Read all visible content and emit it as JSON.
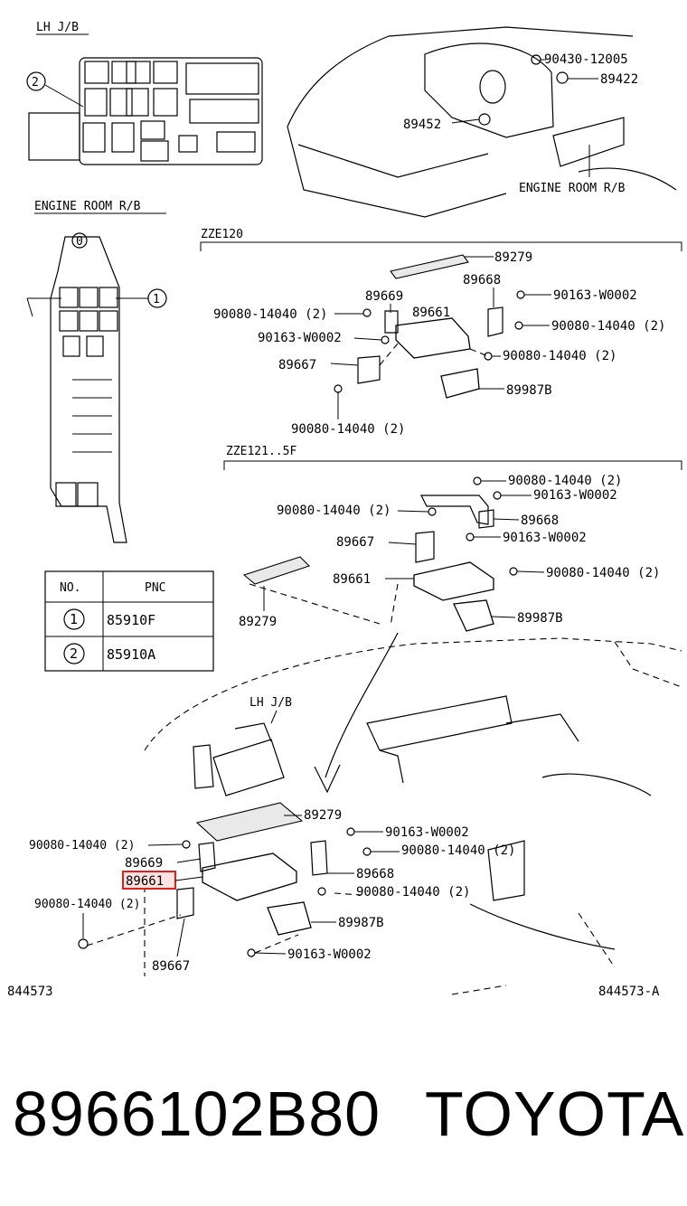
{
  "headers": {
    "lh_jb": "LH J/B",
    "engine_room_rb": "ENGINE ROOM R/B",
    "zze120": "ZZE120",
    "zze121": "ZZE121..5F",
    "lh_jb_lower": "LH J/B",
    "engine_room_rb_top": "ENGINE ROOM R/B"
  },
  "callouts": {
    "c1": "1",
    "c2": "2",
    "c0": "0"
  },
  "table": {
    "col_no": "NO.",
    "col_pnc": "PNC",
    "rows": [
      {
        "no": "1",
        "pnc": "85910F"
      },
      {
        "no": "2",
        "pnc": "85910A"
      }
    ]
  },
  "labels": {
    "top_90430": "90430-12005",
    "top_89422": "89422",
    "top_89452": "89452",
    "z1_89279": "89279",
    "z1_89668": "89668",
    "z1_89669": "89669",
    "z1_90163_a": "90163-W0002",
    "z1_90080_left": "90080-14040 (2)",
    "z1_89661": "89661",
    "z1_90080_right": "90080-14040 (2)",
    "z1_90163_b": "90163-W0002",
    "z1_90080_mid": "90080-14040 (2)",
    "z1_89667": "89667",
    "z1_89987b": "89987B",
    "z1_90080_bottom": "90080-14040 (2)",
    "z2_90080_top": "90080-14040 (2)",
    "z2_90163_top": "90163-W0002",
    "z2_90080_left": "90080-14040 (2)",
    "z2_89668": "89668",
    "z2_89667": "89667",
    "z2_90163_mid": "90163-W0002",
    "z2_89661": "89661",
    "z2_90080_right": "90080-14040 (2)",
    "z2_89279": "89279",
    "z2_89987b": "89987B",
    "b_89279": "89279",
    "b_90163_a": "90163-W0002",
    "b_90080_left": "90080-14040 (2)",
    "b_90080_right": "90080-14040 (2)",
    "b_89669": "89669",
    "b_89668": "89668",
    "b_89661": "89661",
    "b_90080_low_right": "90080-14040 (2)",
    "b_90080_low_left": "90080-14040 (2)",
    "b_89987b": "89987B",
    "b_90163_b": "90163-W0002",
    "b_89667": "89667"
  },
  "codes": {
    "left": "844573",
    "right": "844573-A"
  },
  "footer": {
    "part_number": "8966102B80",
    "brand": "TOYOTA"
  },
  "highlight_color": "#e0201b"
}
